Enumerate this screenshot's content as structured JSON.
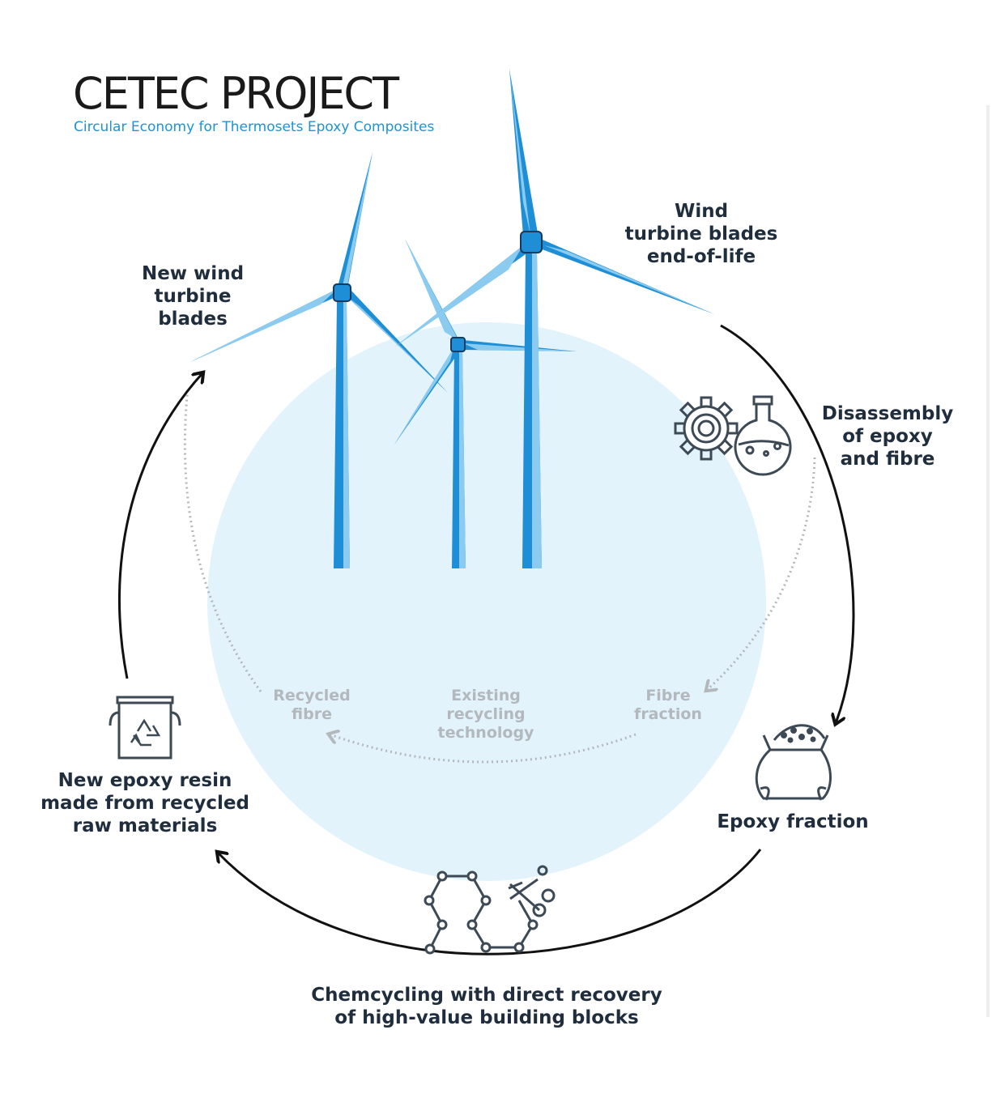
{
  "header": {
    "title": "CETEC PROJECT",
    "subtitle": "Circular Economy for Thermosets Epoxy Composites"
  },
  "stages": {
    "new_blades": [
      "New wind",
      "turbine",
      "blades"
    ],
    "end_of_life": [
      "Wind",
      "turbine blades",
      "end-of-life"
    ],
    "disassembly": [
      "Disassembly",
      "of epoxy",
      "and fibre"
    ],
    "epoxy_fraction": [
      "Epoxy fraction"
    ],
    "chemcycling": [
      "Chemcycling with direct recovery",
      "of high-value building blocks"
    ],
    "new_resin": [
      "New epoxy resin",
      "made from recycled",
      "raw materials"
    ]
  },
  "existing_loop": {
    "fibre_fraction": [
      "Fibre",
      "fraction"
    ],
    "existing_technology": [
      "Existing",
      "recycling",
      "technology"
    ],
    "recycled_fibre": [
      "Recycled",
      "fibre"
    ]
  },
  "icons": [
    "gear-icon",
    "flask-icon",
    "sack-icon",
    "molecule-icon",
    "scissors-icon",
    "recycle-bucket-icon",
    "wind-turbine-icon"
  ],
  "colors": {
    "circle": "#e3f3fb",
    "blade_dark": "#1e8fd6",
    "blade_light": "#8ccbf0",
    "cycle_arrow": "#111111",
    "dotted_arrow": "#b3b8bd",
    "subtitle": "#1e93d4",
    "icon_stroke": "#3d4a55"
  }
}
